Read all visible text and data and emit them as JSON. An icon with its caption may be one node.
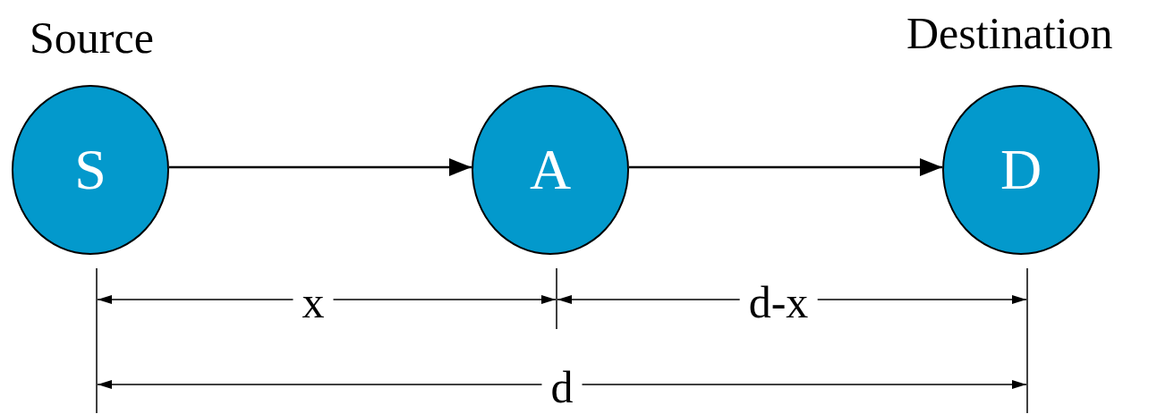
{
  "diagram": {
    "nodes": [
      {
        "text": [
          "S"
        ],
        "beside": [
          "Source"
        ]
      },
      {
        "text": [
          "A"
        ]
      },
      {
        "text": [
          "D"
        ],
        "beside": [
          "Destination"
        ]
      }
    ],
    "edges": [
      {
        "from": 0,
        "to": 1,
        "arrow": "to"
      },
      {
        "from": 1,
        "to": 2,
        "arrow": "to"
      }
    ],
    "labels": [
      "x",
      "d-x",
      "d"
    ]
  }
}
